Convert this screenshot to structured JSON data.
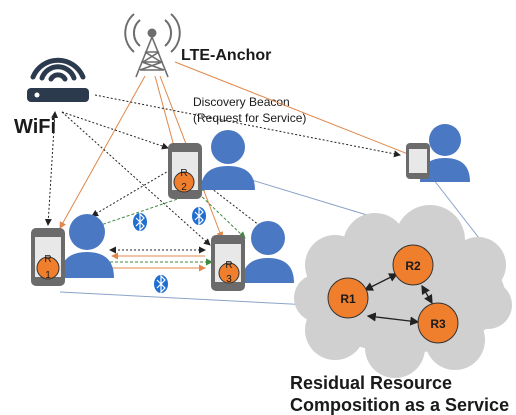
{
  "labels": {
    "wifi": "WiFi",
    "lte": "LTE-Anchor",
    "beacon_line1": "Discovery Beacon",
    "beacon_line2": "(Request for Service)",
    "caption_line1": "Residual Resource",
    "caption_line2": "Composition as a Service"
  },
  "devices": {
    "phone1": {
      "letter": "R",
      "num": "1"
    },
    "phone2": {
      "letter": "R",
      "num": "2"
    },
    "phone3": {
      "letter": "R",
      "num": "3"
    }
  },
  "cloud_nodes": [
    "R1",
    "R2",
    "R3"
  ],
  "colors": {
    "person": "#4a78c2",
    "node": "#f07f2d",
    "cloud": "#d0d0d0",
    "wifi": "#2b3a4d",
    "tower": "#6d6d6d",
    "bluetooth": "#1f6fd1",
    "arrow_orange": "#e0884a",
    "arrow_green": "#3f8a3f",
    "arrow_black": "#222222",
    "line_blue": "#8aa3c8"
  }
}
